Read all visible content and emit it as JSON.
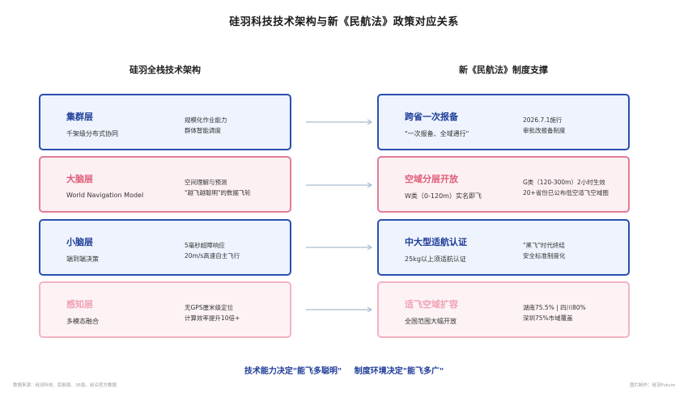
{
  "title": "硅羽科技技术架构与新《民航法》政策对应关系",
  "left_header": "硅羽全栈技术架构",
  "right_header": "新《民航法》制度支撑",
  "left_cards": [
    {
      "head": "集群层",
      "sub": "千架级分布式协同",
      "desc": [
        "规模化作业能力",
        "群体智能调度"
      ],
      "style": "blue"
    },
    {
      "head": "大脑层",
      "sub": "World Navigation Model",
      "desc": [
        "空间理解与预测",
        "\"越飞越聪明\"的数据飞轮"
      ],
      "style": "red"
    },
    {
      "head": "小脑层",
      "sub": "端到端决策",
      "desc": [
        "5毫秒超障响应",
        "20m/s高速自主飞行"
      ],
      "style": "blue"
    },
    {
      "head": "感知层",
      "sub": "多模态融合",
      "desc": [
        "无GPS厘米级定位",
        "计算效率提升10倍+"
      ],
      "style": "faded"
    }
  ],
  "right_cards": [
    {
      "head": "跨省一次报备",
      "sub": "\"一次报备、全域通行\"",
      "desc": [
        "2026.7.1施行",
        "审批改报备制度"
      ],
      "style": "blue"
    },
    {
      "head": "空域分层开放",
      "sub": "W类（0-120m）实名即飞",
      "desc": [
        "G类（120-300m）2小时生效",
        "20+省份已公布低空适飞空域图"
      ],
      "style": "red"
    },
    {
      "head": "中大型适航认证",
      "sub": "25kg以上须适航认证",
      "desc": [
        "\"黑飞\"时代终结",
        "安全标准制度化"
      ],
      "style": "blue"
    },
    {
      "head": "适飞空域扩容",
      "sub": "全国范围大幅开放",
      "desc": [
        "湖南75.5% | 四川80%",
        "深圳75%市域覆盖"
      ],
      "style": "faded"
    }
  ],
  "footer": {
    "part1": "技术能力决定\"能飞多聪明\"",
    "part2": "制度环境决定\"能飞多广\""
  },
  "source_note": "数据来源：硅羽科技、民航局、36氪、前沿官方数据",
  "credit": "图片制作：硅羽Future",
  "colors": {
    "blue_border": "#2b4fb0",
    "blue_fill": "#eef3fd",
    "red_border": "#e07d94",
    "red_fill": "#fdf0f3",
    "arrow": "#a9bcd0"
  }
}
